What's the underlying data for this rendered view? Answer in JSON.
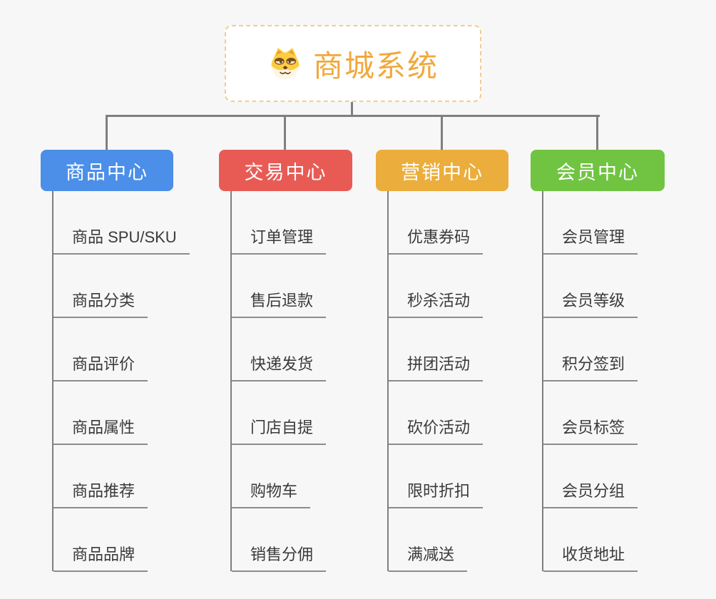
{
  "page": {
    "background": "#f7f7f7",
    "connector_color": "#7f7f7f"
  },
  "root": {
    "title": "商城系统",
    "icon": "dog-icon",
    "text_color": "#f1a83c",
    "border_color": "#f3cc96"
  },
  "branches": [
    {
      "label": "商品中心",
      "color": "#4b8fe8",
      "children": [
        "商品 SPU/SKU",
        "商品分类",
        "商品评价",
        "商品属性",
        "商品推荐",
        "商品品牌"
      ]
    },
    {
      "label": "交易中心",
      "color": "#e85b55",
      "children": [
        "订单管理",
        "售后退款",
        "快递发货",
        "门店自提",
        "购物车",
        "销售分佣"
      ]
    },
    {
      "label": "营销中心",
      "color": "#ebae3c",
      "children": [
        "优惠券码",
        "秒杀活动",
        "拼团活动",
        "砍价活动",
        "限时折扣",
        "满减送"
      ]
    },
    {
      "label": "会员中心",
      "color": "#70c441",
      "children": [
        "会员管理",
        "会员等级",
        "积分签到",
        "会员标签",
        "会员分组",
        "收货地址"
      ]
    }
  ]
}
